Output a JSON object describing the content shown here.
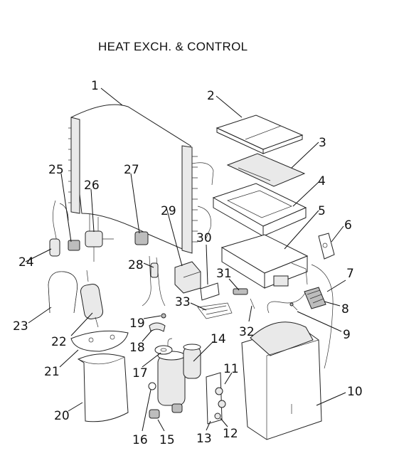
{
  "title": "HEAT EXCH. & CONTROL",
  "labels": {
    "p1": "1",
    "p2": "2",
    "p3": "3",
    "p4": "4",
    "p5": "5",
    "p6": "6",
    "p7": "7",
    "p8": "8",
    "p9": "9",
    "p10": "10",
    "p11": "11",
    "p12": "12",
    "p13": "13",
    "p14": "14",
    "p15": "15",
    "p16": "16",
    "p17": "17",
    "p18": "18",
    "p19": "19",
    "p20": "20",
    "p21": "21",
    "p22": "22",
    "p23": "23",
    "p24": "24",
    "p25": "25",
    "p26": "26",
    "p27": "27",
    "p28": "28",
    "p29": "29",
    "p30": "30",
    "p31": "31",
    "p32": "32",
    "p33": "33"
  }
}
